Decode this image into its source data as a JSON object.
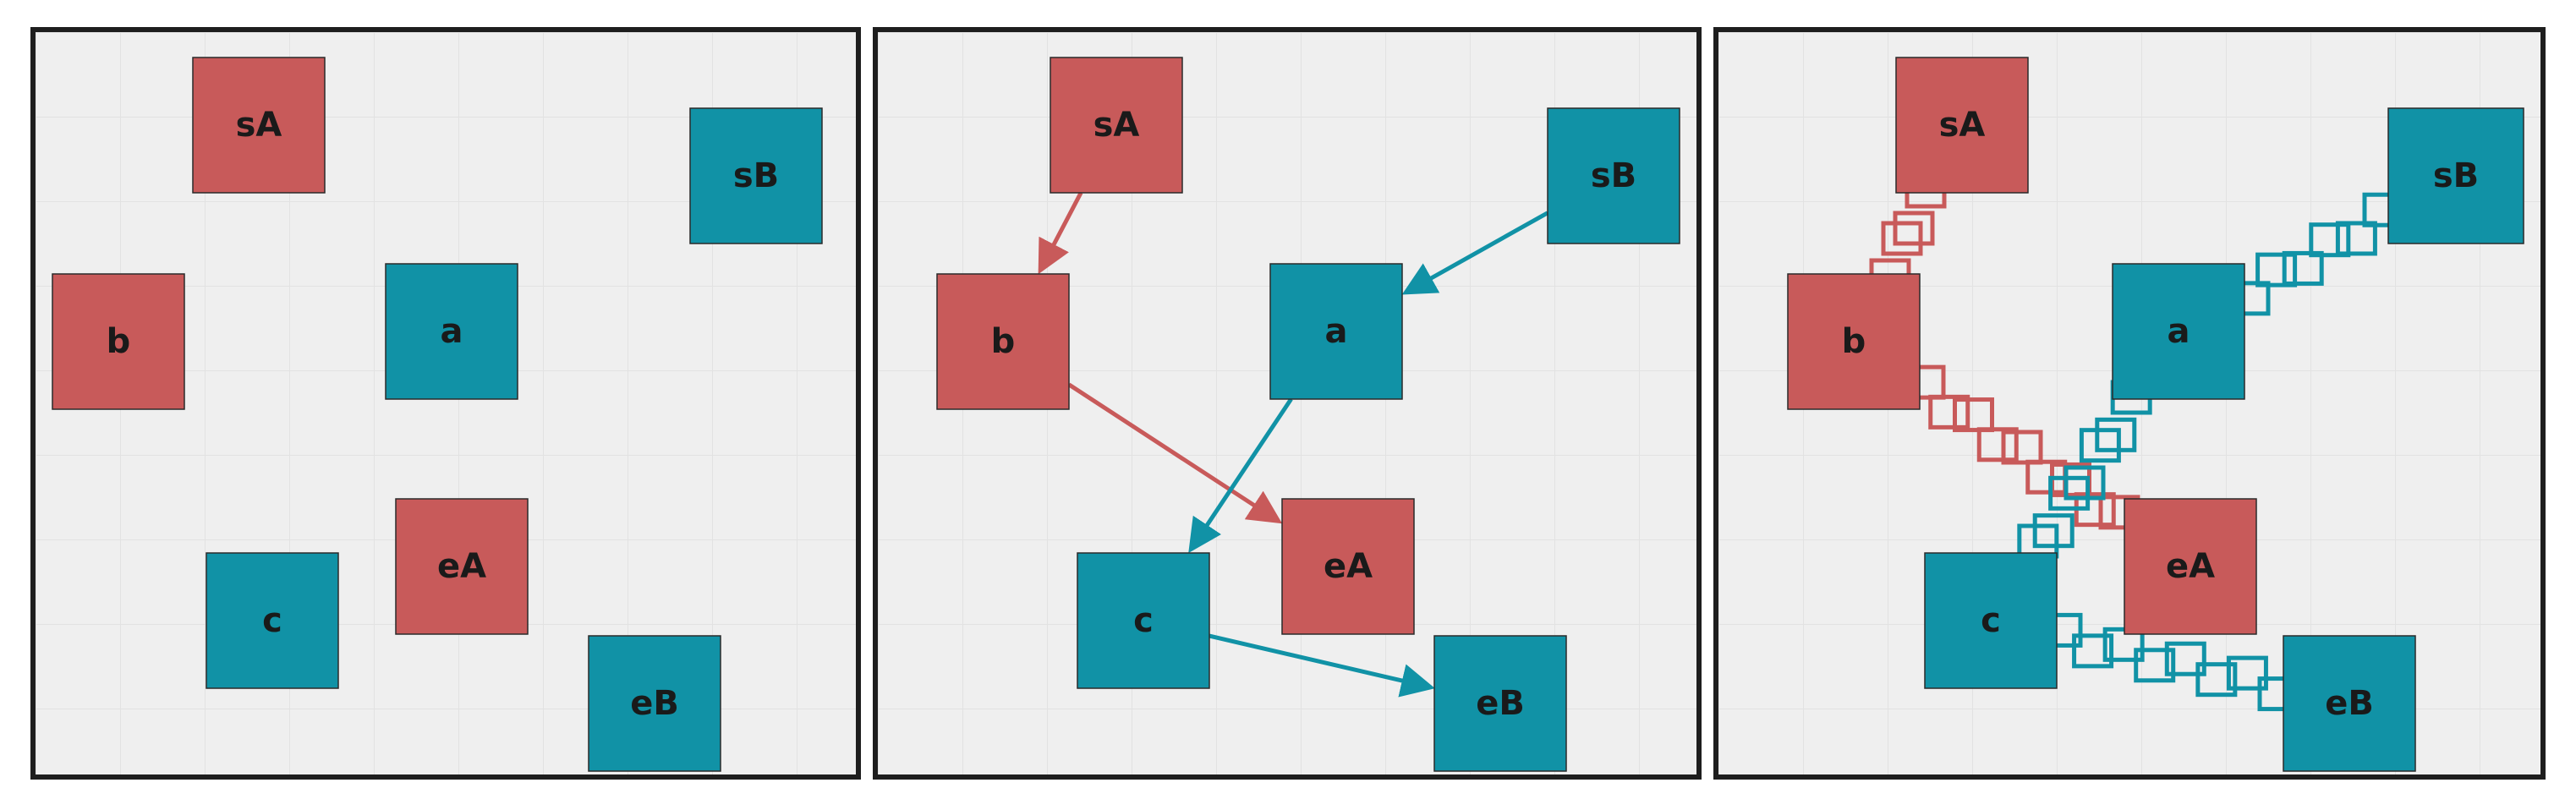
{
  "colors": {
    "red": "#c85a5a",
    "teal": "#1192a6",
    "frame": "#1e1e1e",
    "background": "#efefef",
    "label": "#1a1a1a"
  },
  "node_labels": {
    "sA": "sA",
    "sB": "sB",
    "a": "a",
    "b": "b",
    "c": "c",
    "eA": "eA",
    "eB": "eB"
  },
  "panels": [
    {
      "name": "panel-unconnected",
      "nodes": [
        {
          "id": "sA",
          "group": "red"
        },
        {
          "id": "sB",
          "group": "teal"
        },
        {
          "id": "b",
          "group": "red"
        },
        {
          "id": "a",
          "group": "teal"
        },
        {
          "id": "eA",
          "group": "red"
        },
        {
          "id": "c",
          "group": "teal"
        },
        {
          "id": "eB",
          "group": "teal"
        }
      ],
      "edges": []
    },
    {
      "name": "panel-arrows",
      "nodes": [
        {
          "id": "sA",
          "group": "red"
        },
        {
          "id": "sB",
          "group": "teal"
        },
        {
          "id": "b",
          "group": "red"
        },
        {
          "id": "a",
          "group": "teal"
        },
        {
          "id": "eA",
          "group": "red"
        },
        {
          "id": "c",
          "group": "teal"
        },
        {
          "id": "eB",
          "group": "teal"
        }
      ],
      "edges": [
        {
          "from": "sA",
          "to": "b",
          "group": "red",
          "style": "arrow"
        },
        {
          "from": "b",
          "to": "eA",
          "group": "red",
          "style": "arrow"
        },
        {
          "from": "sB",
          "to": "a",
          "group": "teal",
          "style": "arrow"
        },
        {
          "from": "a",
          "to": "c",
          "group": "teal",
          "style": "arrow"
        },
        {
          "from": "c",
          "to": "eB",
          "group": "teal",
          "style": "arrow"
        }
      ]
    },
    {
      "name": "panel-chains",
      "nodes": [
        {
          "id": "sA",
          "group": "red"
        },
        {
          "id": "sB",
          "group": "teal"
        },
        {
          "id": "b",
          "group": "red"
        },
        {
          "id": "a",
          "group": "teal"
        },
        {
          "id": "eA",
          "group": "red"
        },
        {
          "id": "c",
          "group": "teal"
        },
        {
          "id": "eB",
          "group": "teal"
        }
      ],
      "edges": [
        {
          "from": "sA",
          "to": "b",
          "group": "red",
          "style": "chain"
        },
        {
          "from": "b",
          "to": "eA",
          "group": "red",
          "style": "chain"
        },
        {
          "from": "sB",
          "to": "a",
          "group": "teal",
          "style": "chain"
        },
        {
          "from": "a",
          "to": "c",
          "group": "teal",
          "style": "chain"
        },
        {
          "from": "c",
          "to": "eB",
          "group": "teal",
          "style": "chain"
        }
      ]
    }
  ]
}
